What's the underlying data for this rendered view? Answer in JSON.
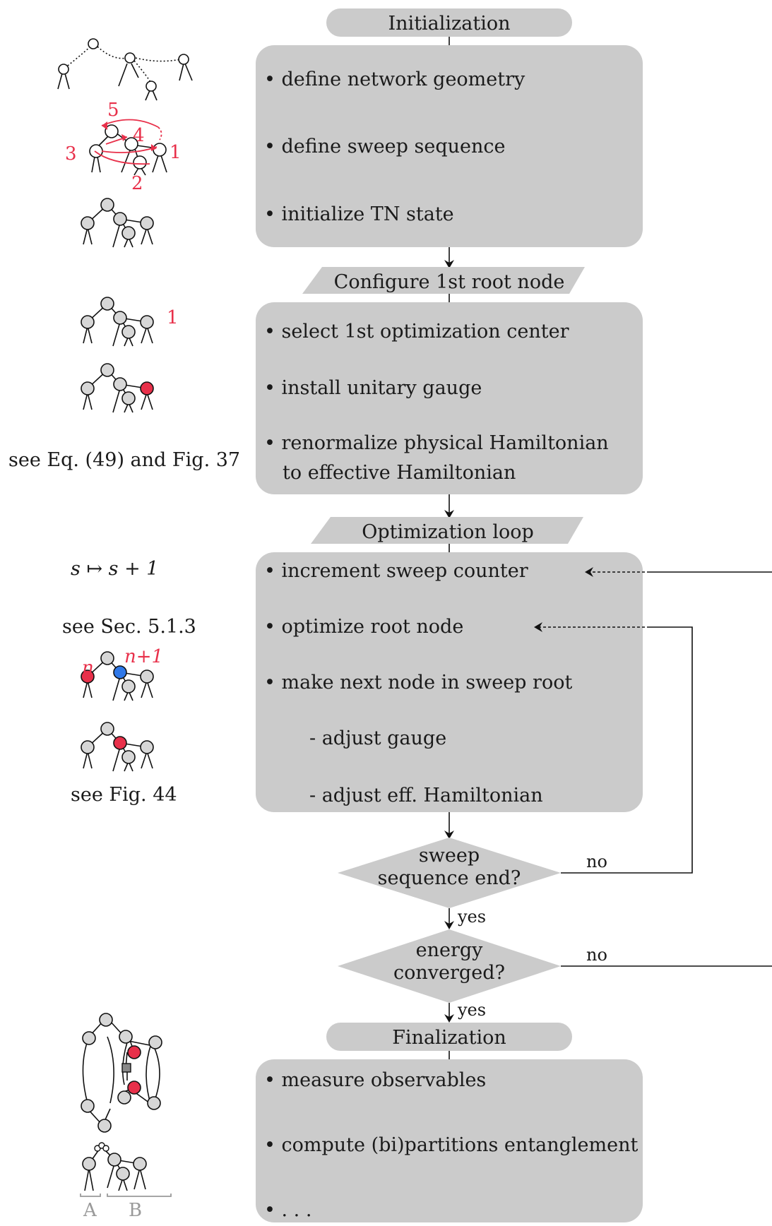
{
  "colors": {
    "box_fill": "#cbcbcb",
    "highlight_red": "#e8304a",
    "highlight_blue": "#2f78e8",
    "node_grey": "#d7d7d7"
  },
  "sections": {
    "initialization": "Initialization",
    "configure": "Configure 1st root node",
    "optimization": "Optimization loop",
    "finalization": "Finalization"
  },
  "init_box": {
    "items": [
      "• define network geometry",
      "• define sweep sequence",
      "• initialize TN state"
    ]
  },
  "config_box": {
    "items": [
      "• select 1st optimization center",
      "• install unitary gauge",
      "• renormalize physical Hamiltonian",
      "to effective Hamiltonian"
    ]
  },
  "opt_box": {
    "items": [
      "• increment sweep counter",
      "• optimize root node",
      "• make next node in sweep root",
      "- adjust gauge",
      "- adjust eff. Hamiltonian"
    ]
  },
  "final_box": {
    "items": [
      "• measure observables",
      "• compute (bi)partitions entanglement",
      "• . . ."
    ]
  },
  "decisions": {
    "sweep_end": [
      "sweep",
      "sequence end?"
    ],
    "energy": [
      "energy",
      "converged?"
    ],
    "no": "no",
    "yes": "yes"
  },
  "annotations": {
    "see_eq": "see Eq. (49) and Fig. 37",
    "s_inc": "s ↦ s + 1",
    "see_sec": "see Sec. 5.1.3",
    "see_fig": "see Fig. 44",
    "n": "n",
    "n_plus_1": "n+1",
    "label_A": "A",
    "label_B": "B",
    "sweep_numbers": [
      "5",
      "4",
      "3",
      "1",
      "2"
    ],
    "config_one": "1"
  }
}
